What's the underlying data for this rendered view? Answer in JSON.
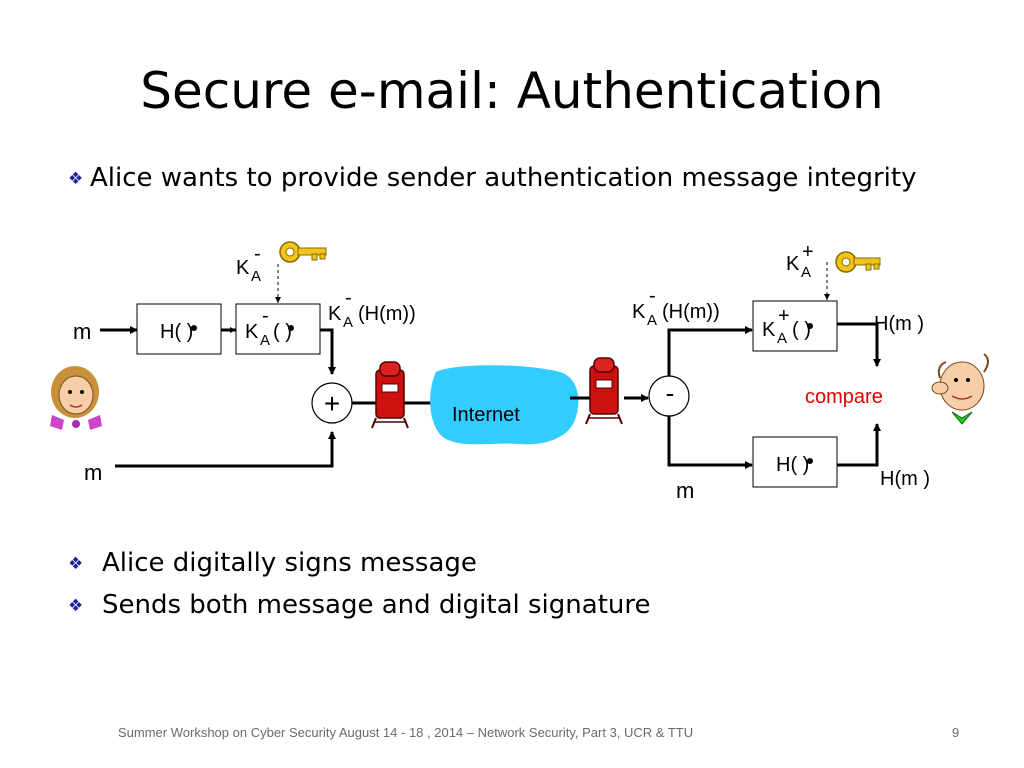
{
  "slide": {
    "title": "Secure e-mail: Authentication",
    "bullets": [
      "Alice wants to provide sender authentication message integrity",
      "Alice digitally signs message",
      "Sends both message and digital signature"
    ],
    "footer": "Summer Workshop on Cyber Security August 14 - 18 , 2014 – Network Security, Part 3, UCR & TTU",
    "page_number": "9",
    "bullet_icon": "diamond-bullet-icon"
  },
  "diagram": {
    "m_label": "m",
    "hash_box": "H( )",
    "key_base": "K",
    "key_sub": "A",
    "private_sup": "-",
    "public_sup": "+",
    "sign_box_paren": "( )",
    "hm_paren": "(H(m))",
    "plus_symbol": "+",
    "minus_symbol": "-",
    "internet_label": "Internet",
    "compare_label": "compare",
    "h_m_label": "H(m )",
    "colors": {
      "compare": "#e00000",
      "cloud": "#33ccff",
      "key": "#f0c419",
      "mailbox": "#cc1111"
    },
    "icons": [
      "alice-icon",
      "bob-icon",
      "private-key-icon",
      "public-key-icon",
      "mailbox-icon"
    ]
  }
}
